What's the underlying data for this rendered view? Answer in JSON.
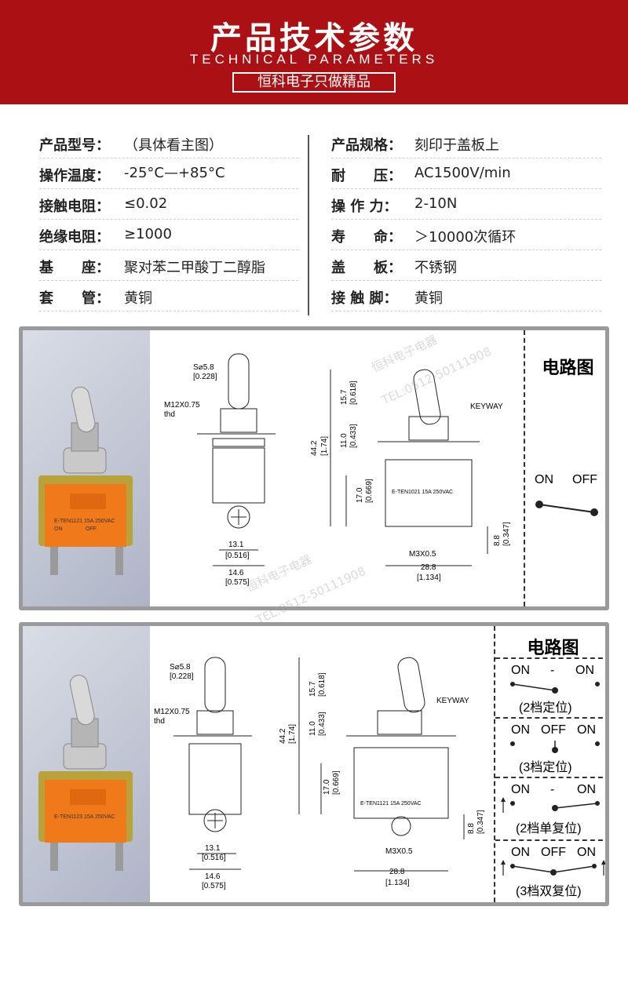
{
  "header": {
    "title": "产品技术参数",
    "subtitle": "TECHNICAL PARAMETERS",
    "slogan": "恒科电子只做精品"
  },
  "specs_left": [
    {
      "key": "产品型号：",
      "value": "（具体看主图）"
    },
    {
      "key": "操作温度：",
      "value": "-25°C—+85°C"
    },
    {
      "key": "接触电阻：",
      "value": "≤0.02"
    },
    {
      "key": "绝缘电阻：",
      "value": "≥1000"
    },
    {
      "key": "基　　座：",
      "value": "聚对苯二甲酸丁二醇脂"
    },
    {
      "key": "套　　管：",
      "value": "黄铜"
    }
  ],
  "specs_right": [
    {
      "key": "产品规格：",
      "value": "刻印于盖板上"
    },
    {
      "key": "耐　　压：",
      "value": "AC1500V/min"
    },
    {
      "key": "操 作 力：",
      "value": "2-10N"
    },
    {
      "key": "寿　　命：",
      "value": "＞10000次循环"
    },
    {
      "key": "盖　　板：",
      "value": "不锈钢"
    },
    {
      "key": "接 触 脚：",
      "value": "黄铜"
    }
  ],
  "watermark": {
    "brand": "恒科电子电器",
    "tel": "TEL:0512-50111908"
  },
  "drawing": {
    "s_phi": "S⌀5.8",
    "s_phi_in": "[0.228]",
    "thread": "M12X0.75",
    "thd": "thd",
    "d13": "13.1",
    "d13_in": "[0.516]",
    "d14": "14.6",
    "d14_in": "[0.575]",
    "h157": "15.7",
    "h157_in": "[0.618]",
    "h11": "11.0",
    "h11_in": "[0.433]",
    "h442": "44.2",
    "h442_in": "[1.74]",
    "h17": "17.0",
    "h17_in": "[0.669]",
    "h88": "8.8",
    "h88_in": "[0.347]",
    "w288": "28.8",
    "w288_in": "[1.134]",
    "keyway": "KEYWAY",
    "screw": "M3X0.5",
    "marking": "E-TEN1021 15A 250VAC",
    "marking2": "E-TEN1121 15A 250VAC",
    "marking_on": "ON",
    "marking_off": "OFF",
    "photo_marking": "E-TEN1121 15A 250VAC",
    "photo_marking2": "E-TEN1123 15A 250VAC"
  },
  "panel1": {
    "circuit_title": "电路图",
    "on": "ON",
    "off": "OFF"
  },
  "panel2": {
    "circuit_title": "电路图",
    "items": [
      {
        "labels": [
          "ON",
          "-",
          "ON"
        ],
        "caption": "(2档定位)"
      },
      {
        "labels": [
          "ON",
          "OFF",
          "ON"
        ],
        "caption": "(3档定位)"
      },
      {
        "labels": [
          "ON",
          "-",
          "ON"
        ],
        "caption": "(2档单复位)"
      },
      {
        "labels": [
          "ON",
          "OFF",
          "ON"
        ],
        "caption": "(3档双复位)"
      }
    ]
  },
  "colors": {
    "header": "#ab1014",
    "orange": "#f07a1a",
    "brass": "#b9a23a",
    "panel_border": "#9a9a9a"
  }
}
